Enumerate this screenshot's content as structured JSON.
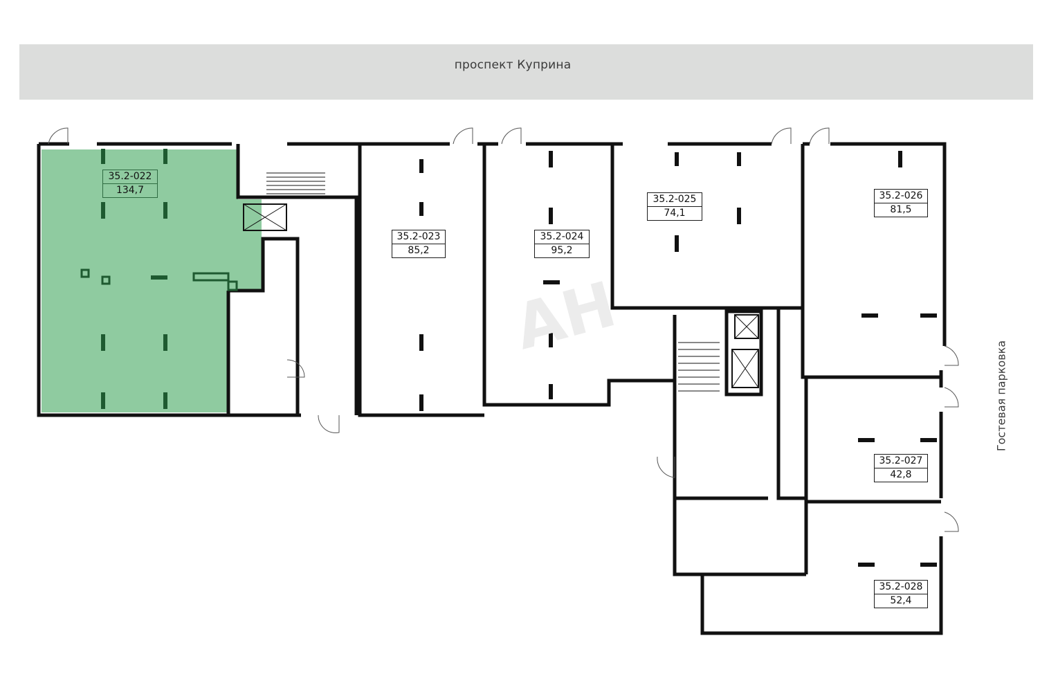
{
  "street": {
    "label": "проспект Куприна"
  },
  "parking": {
    "label": "Гостевая парковка"
  },
  "colors": {
    "selected_unit": "#8fcba0",
    "wall": "#111111",
    "street_band": "#dcdddc"
  },
  "units": [
    {
      "id": "35.2-022",
      "area": "134,7",
      "selected": true
    },
    {
      "id": "35.2-023",
      "area": "85,2",
      "selected": false
    },
    {
      "id": "35.2-024",
      "area": "95,2",
      "selected": false
    },
    {
      "id": "35.2-025",
      "area": "74,1",
      "selected": false
    },
    {
      "id": "35.2-026",
      "area": "81,5",
      "selected": false
    },
    {
      "id": "35.2-027",
      "area": "42,8",
      "selected": false
    },
    {
      "id": "35.2-028",
      "area": "52,4",
      "selected": false
    }
  ]
}
